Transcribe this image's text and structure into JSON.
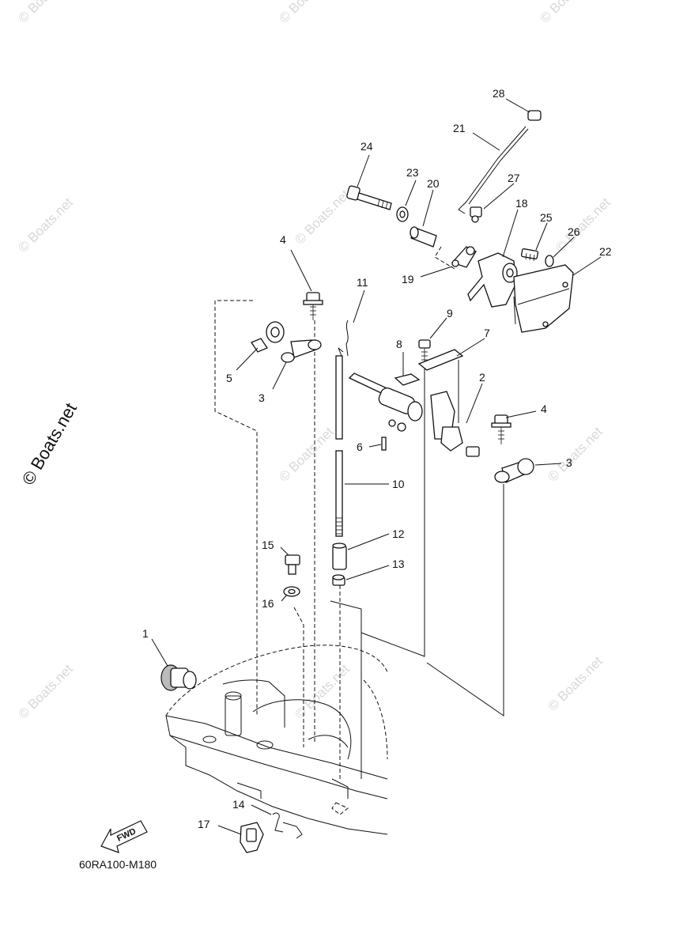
{
  "watermark": "© Boats.net",
  "credit": "© Boats.net",
  "diagram_code": "60RA100-M180",
  "fwd_label": "FWD",
  "callouts": {
    "p1": "1",
    "p2": "2",
    "p3a": "3",
    "p3b": "3",
    "p4a": "4",
    "p4b": "4",
    "p5": "5",
    "p6": "6",
    "p7": "7",
    "p8": "8",
    "p9": "9",
    "p10": "10",
    "p11": "11",
    "p12": "12",
    "p13": "13",
    "p14": "14",
    "p15": "15",
    "p16": "16",
    "p17": "17",
    "p18": "18",
    "p19": "19",
    "p20": "20",
    "p21": "21",
    "p22": "22",
    "p23": "23",
    "p24": "24",
    "p25": "25",
    "p26": "26",
    "p27": "27",
    "p28": "28"
  }
}
